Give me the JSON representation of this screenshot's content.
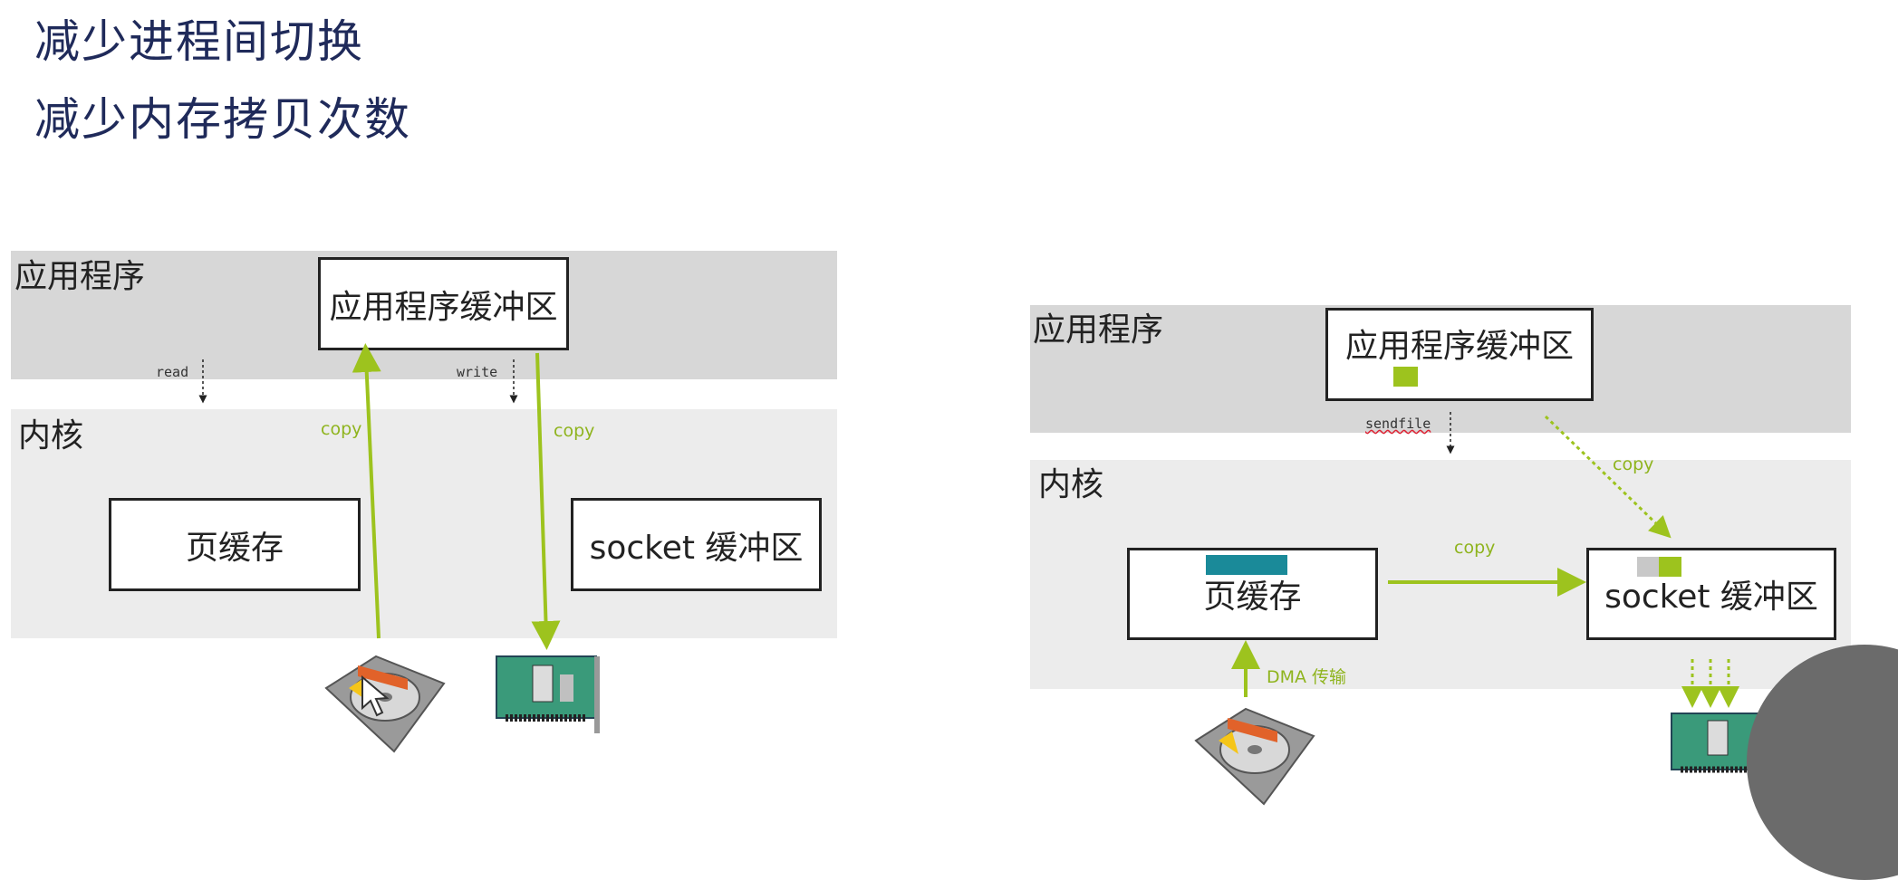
{
  "headings": [
    "减少进程间切换",
    "减少内存拷贝次数"
  ],
  "left_diagram": {
    "app_lane_label": "应用程序",
    "kernel_lane_label": "内核",
    "app_buffer": "应用程序缓冲区",
    "page_cache": "页缓存",
    "socket_buffer": "socket 缓冲区",
    "read_label": "read",
    "write_label": "write",
    "copy_up": "copy",
    "copy_down": "copy"
  },
  "right_diagram": {
    "app_lane_label": "应用程序",
    "kernel_lane_label": "内核",
    "app_buffer": "应用程序缓冲区",
    "page_cache": "页缓存",
    "socket_buffer": "socket 缓冲区",
    "sendfile_label": "sendfile",
    "copy_diag": "copy",
    "copy_horiz": "copy",
    "dma_label": "DMA 传输"
  },
  "colors": {
    "green": "#9dc31e",
    "teal": "#1a8a99",
    "heading": "#1f2a5a"
  },
  "icons": [
    "hard-disk-icon",
    "network-card-icon",
    "mouse-cursor-icon"
  ]
}
